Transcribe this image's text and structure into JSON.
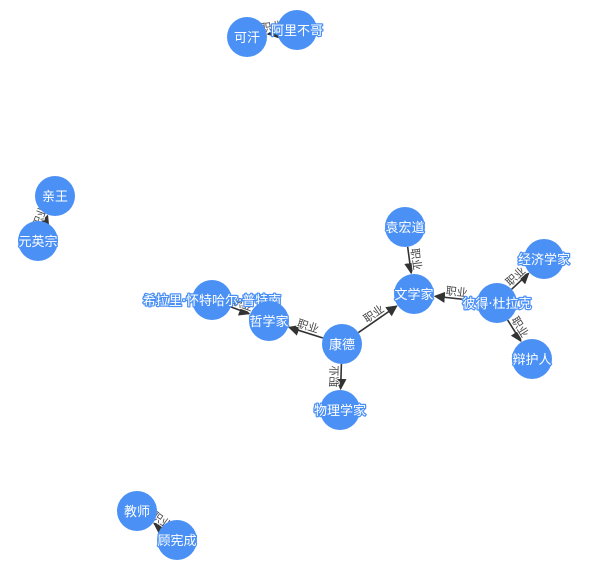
{
  "graph": {
    "colors": {
      "node": "#4a90f5",
      "node_text": "#ffffff",
      "edge": "#333333",
      "edge_text": "#444444"
    },
    "nodes": [
      {
        "id": "kehan",
        "label": "可汗"
      },
      {
        "id": "alibuge",
        "label": "阿里不哥"
      },
      {
        "id": "qinwang",
        "label": "亲王"
      },
      {
        "id": "yuanyingzong",
        "label": "元英宗"
      },
      {
        "id": "yuanhongdao",
        "label": "袁宏道"
      },
      {
        "id": "jingjixuejia",
        "label": "经济学家"
      },
      {
        "id": "wenxuejia",
        "label": "文学家"
      },
      {
        "id": "bidedulake",
        "label": "彼得·杜拉克"
      },
      {
        "id": "xilali",
        "label": "希拉里·怀特哈尔·普特南"
      },
      {
        "id": "zhexuejia",
        "label": "哲学家"
      },
      {
        "id": "kangde",
        "label": "康德"
      },
      {
        "id": "bianhuren",
        "label": "辩护人"
      },
      {
        "id": "wulixuejia",
        "label": "物理学家"
      },
      {
        "id": "jiaoshi",
        "label": "教师"
      },
      {
        "id": "guxiancheng",
        "label": "顾宪成"
      }
    ],
    "edges": [
      {
        "source": "alibuge",
        "target": "kehan",
        "label": "职业"
      },
      {
        "source": "yuanyingzong",
        "target": "qinwang",
        "label": "职业"
      },
      {
        "source": "yuanhongdao",
        "target": "wenxuejia",
        "label": "职业"
      },
      {
        "source": "bidedulake",
        "target": "wenxuejia",
        "label": "职业"
      },
      {
        "source": "bidedulake",
        "target": "jingjixuejia",
        "label": "职业"
      },
      {
        "source": "bidedulake",
        "target": "bianhuren",
        "label": "职业"
      },
      {
        "source": "kangde",
        "target": "wenxuejia",
        "label": "职业"
      },
      {
        "source": "kangde",
        "target": "zhexuejia",
        "label": "职业"
      },
      {
        "source": "kangde",
        "target": "wulixuejia",
        "label": "职业"
      },
      {
        "source": "xilali",
        "target": "zhexuejia",
        "label": "职业"
      },
      {
        "source": "guxiancheng",
        "target": "jiaoshi",
        "label": "职业"
      }
    ]
  }
}
